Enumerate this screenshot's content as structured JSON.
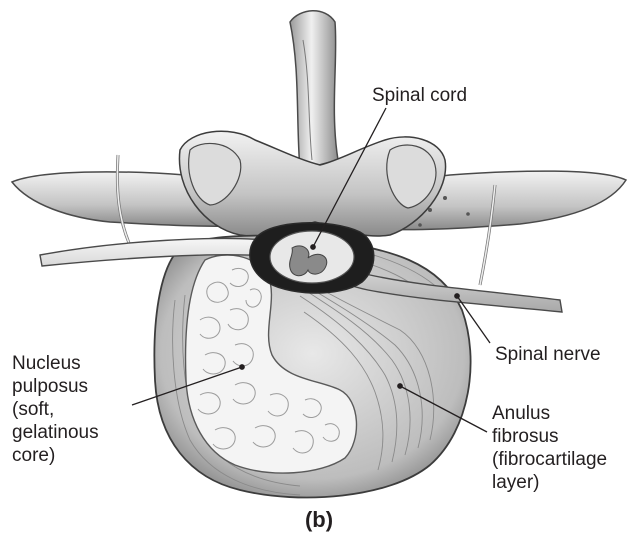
{
  "labels": {
    "spinal_cord": "Spinal cord",
    "spinal_nerve": "Spinal nerve",
    "nucleus_pulposus": "Nucleus\npulposus\n(soft,\ngelatinous\ncore)",
    "anulus_fibrosus": "Anulus\nfibrosus\n(fibrocartilage\nlayer)",
    "caption": "(b)"
  },
  "colors": {
    "ink": "#231f20",
    "bone_light": "#efefef",
    "bone_mid": "#b8b8b8",
    "bone_dark": "#5a5a5a",
    "disc_ring": "#9a9a9a",
    "nucleus_fill": "#f4f4f4"
  }
}
